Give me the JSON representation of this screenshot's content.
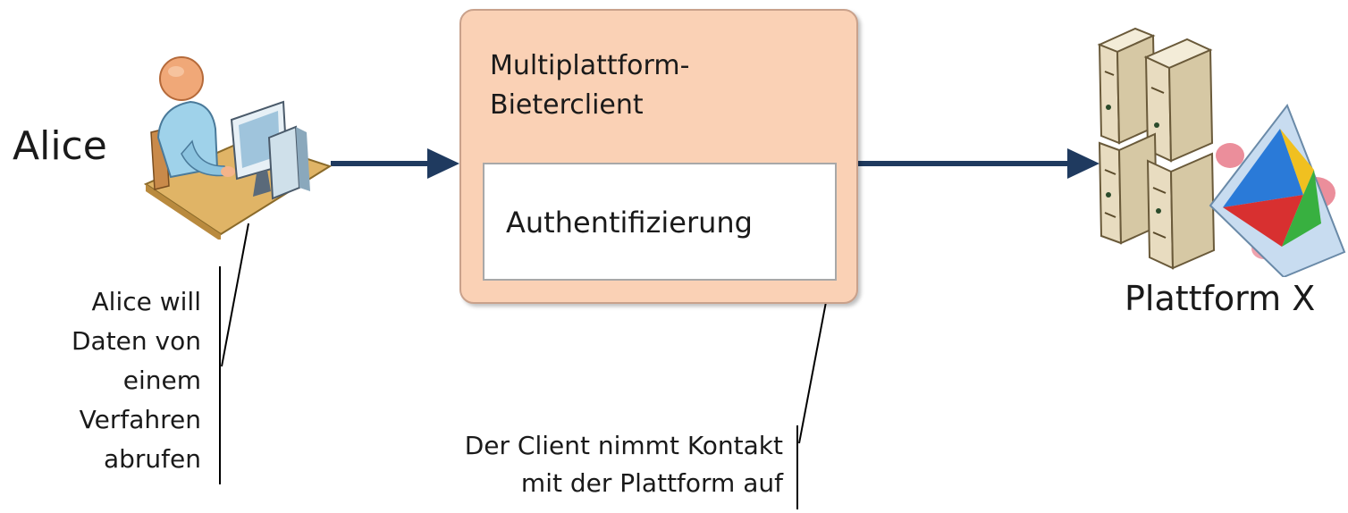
{
  "actor": {
    "name": "Alice",
    "icon": "user-at-computer-icon"
  },
  "client": {
    "title_lines": [
      "Multiplattform-",
      "Bieterclient"
    ],
    "inner_component": "Authentifizierung"
  },
  "platform": {
    "name": "Plattform X",
    "icon": "server-cluster-icon"
  },
  "annotations": {
    "alice": [
      "Alice will",
      "Daten von",
      "einem",
      "Verfahren",
      "abrufen"
    ],
    "client": [
      "Der Client nimmt Kontakt",
      "mit der Plattform auf"
    ]
  },
  "colors": {
    "arrow": "#1f3a5f",
    "client_fill": "#fad1b5",
    "client_border": "#c9a18b"
  }
}
